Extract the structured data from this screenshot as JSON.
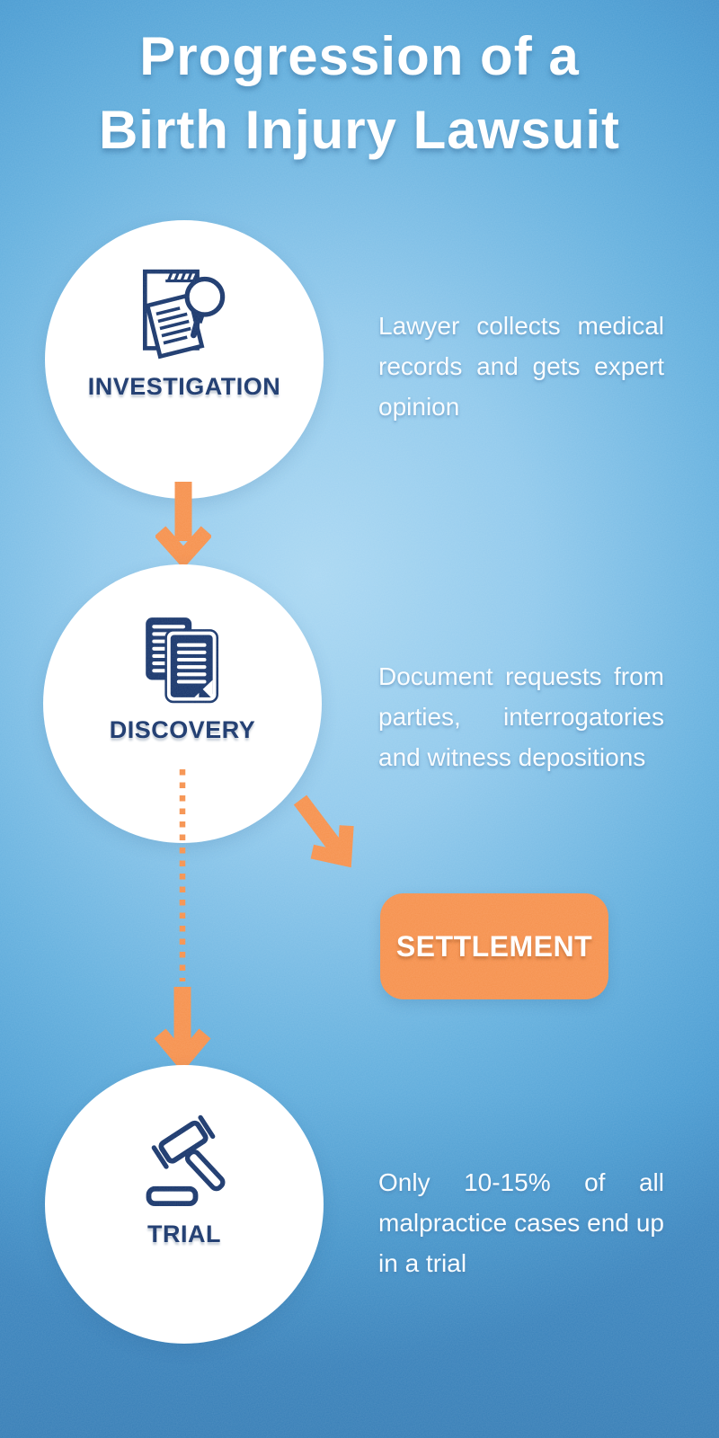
{
  "title": {
    "line1": "Progression of a",
    "line2": "Birth Injury Lawsuit"
  },
  "steps": [
    {
      "label": "INVESTIGATION",
      "icon": "document-search-icon",
      "description": "Lawyer collects medical records and gets expert opinion"
    },
    {
      "label": "DISCOVERY",
      "icon": "documents-icon",
      "description": "Document requests from parties, interrogatories and witness depositions"
    },
    {
      "label": "TRIAL",
      "icon": "gavel-icon",
      "description": "Only 10-15% of all malpractice cases end up in a trial"
    }
  ],
  "settlement": {
    "label": "SETTLEMENT"
  },
  "icons": {
    "arrows": [
      "arrow-down-icon",
      "arrow-down-dotted-icon",
      "arrow-diagonal-icon"
    ]
  },
  "colors": {
    "background_center": "#a9d7f2",
    "background_edge": "#3f8cc6",
    "navy": "#17356b",
    "accent_orange": "#f6914d",
    "circle_white": "#ffffff"
  }
}
